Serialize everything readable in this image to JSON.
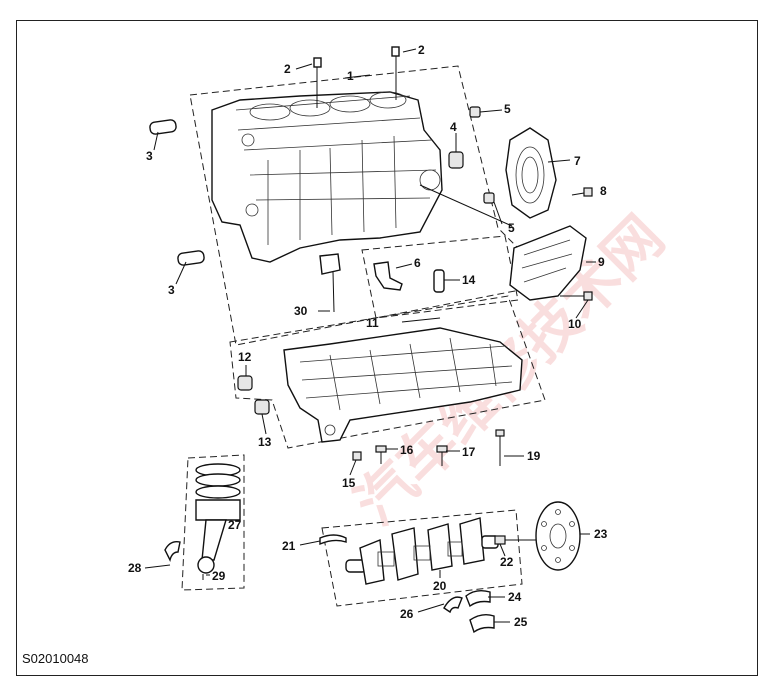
{
  "figure_code": "S02010048",
  "watermark": "汽车维修技术网",
  "callouts": {
    "c1": "1",
    "c2a": "2",
    "c2b": "2",
    "c3a": "3",
    "c3b": "3",
    "c4": "4",
    "c5a": "5",
    "c5b": "5",
    "c6": "6",
    "c7": "7",
    "c8": "8",
    "c9": "9",
    "c10": "10",
    "c11": "11",
    "c12": "12",
    "c13": "13",
    "c14": "14",
    "c15": "15",
    "c16": "16",
    "c17": "17",
    "c19": "19",
    "c20": "20",
    "c21": "21",
    "c22": "22",
    "c23": "23",
    "c24": "24",
    "c25": "25",
    "c26": "26",
    "c27": "27",
    "c28": "28",
    "c29": "29",
    "c30": "30"
  }
}
